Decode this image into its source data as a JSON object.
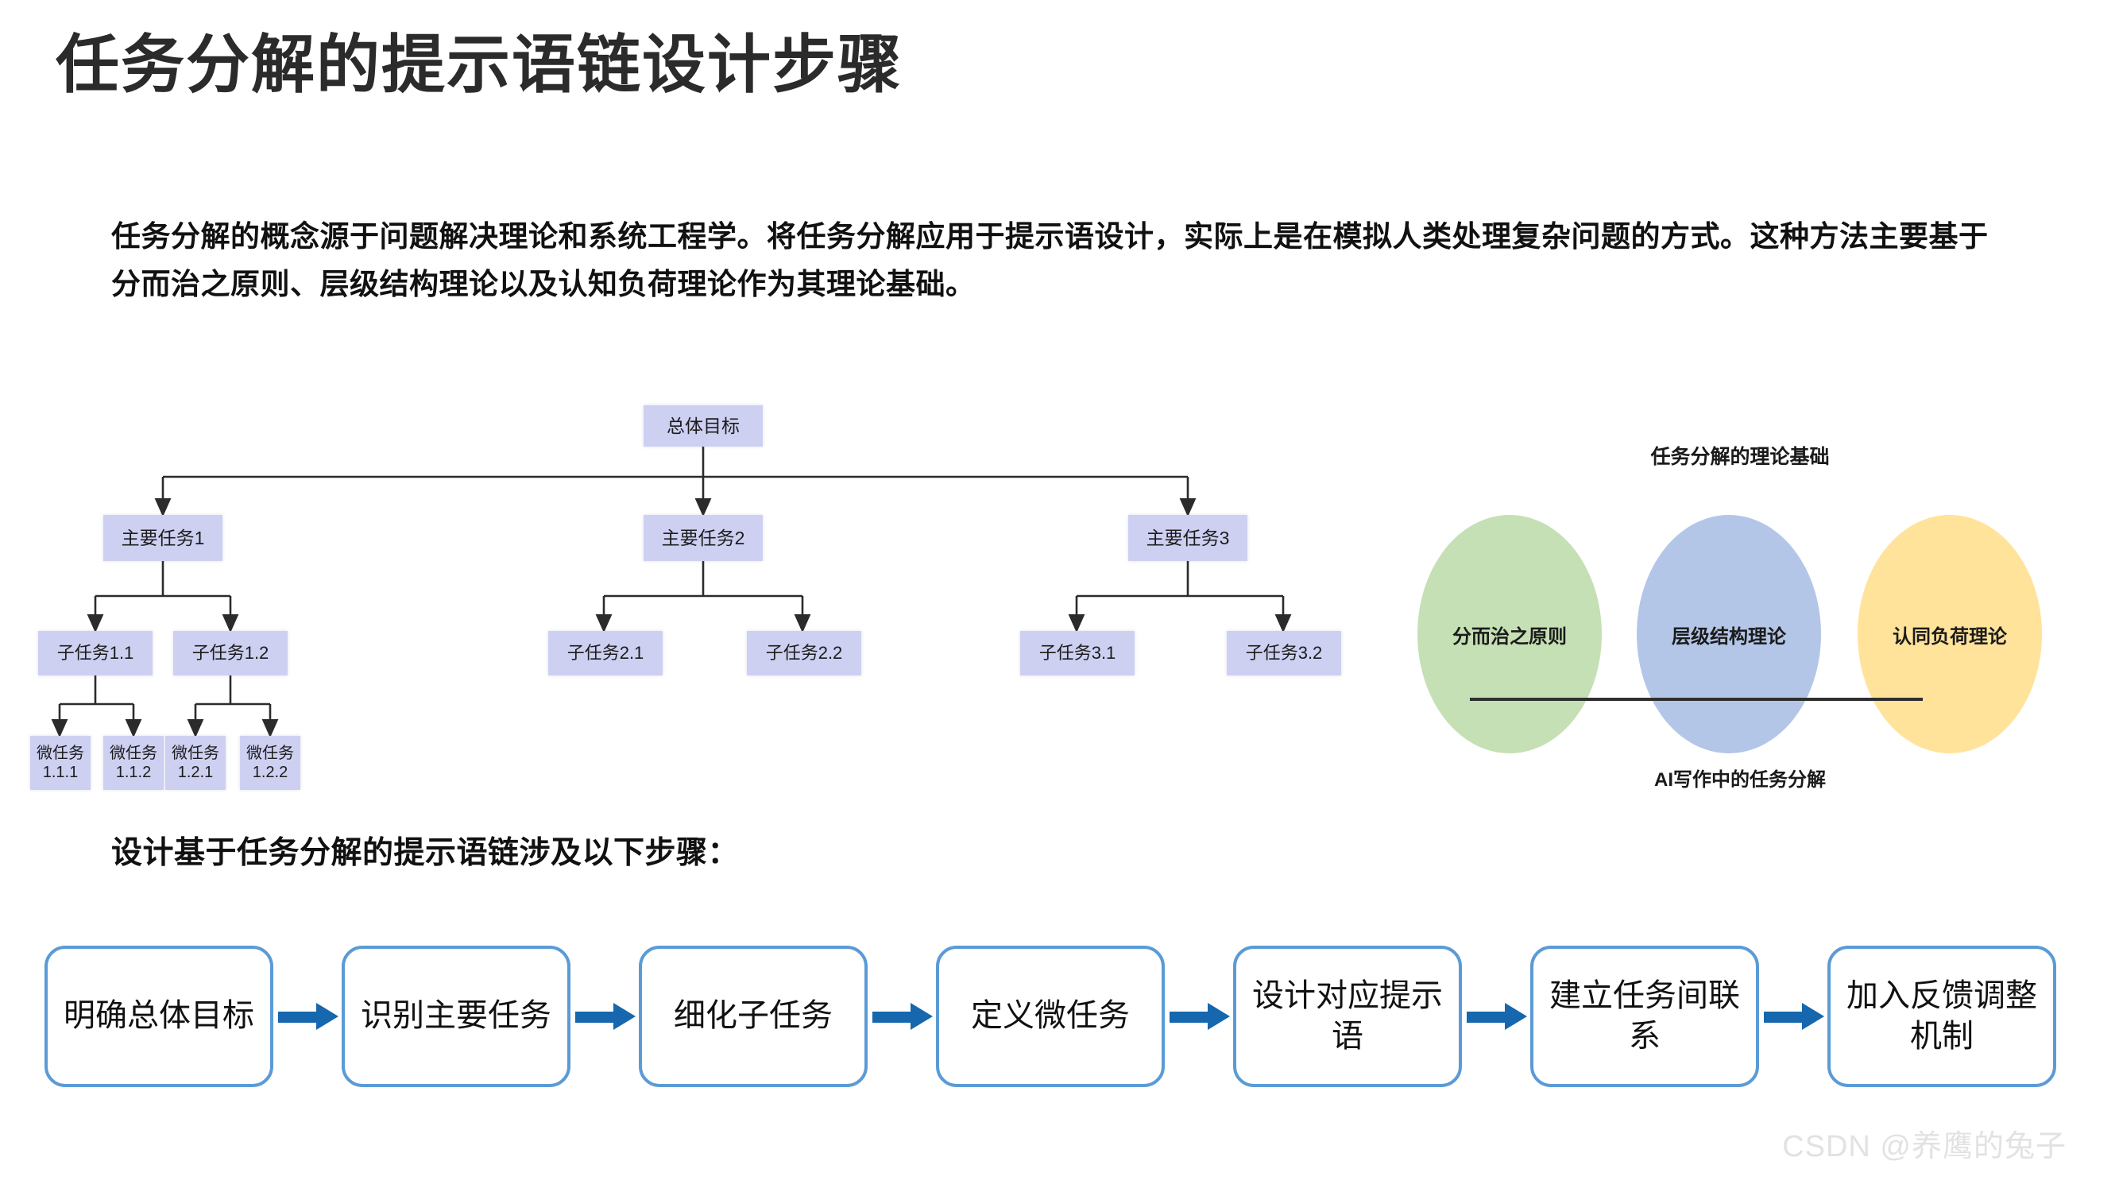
{
  "page": {
    "title": "任务分解的提示语链设计步骤",
    "intro": "任务分解的概念源于问题解决理论和系统工程学。将任务分解应用于提示语设计，实际上是在模拟人类处理复杂问题的方式。这种方法主要基于分而治之原则、层级结构理论以及认知负荷理论作为其理论基础。",
    "steps_lead": "设计基于任务分解的提示语链涉及以下步骤：",
    "watermark": "CSDN @养鹰的兔子"
  },
  "tree": {
    "root": "总体目标",
    "main_tasks": [
      "主要任务1",
      "主要任务2",
      "主要任务3"
    ],
    "sub_tasks": [
      "子任务1.1",
      "子任务1.2",
      "子任务2.1",
      "子任务2.2",
      "子任务3.1",
      "子任务3.2"
    ],
    "micro_tasks": [
      "微任务\n1.1.1",
      "微任务\n1.1.2",
      "微任务\n1.2.1",
      "微任务\n1.2.2"
    ],
    "node_fill": "#ced0f2",
    "connector_color": "#333333"
  },
  "chart_data": {
    "type": "pie",
    "title": "任务分解的理论基础",
    "caption": "AI写作中的任务分解",
    "categories": [
      "分而治之原则",
      "层级结构理论",
      "认同负荷理论"
    ],
    "values": [
      1,
      1,
      1
    ],
    "colors": [
      "#c5e0b4",
      "#b4c6e7",
      "#ffe39b"
    ],
    "xlabel": "",
    "ylabel": "",
    "legend": "none",
    "grid": false
  },
  "flow": {
    "steps": [
      "明确总体目标",
      "识别主要任务",
      "细化子任务",
      "定义微任务",
      "设计对应提示语",
      "建立任务间联系",
      "加入反馈调整机制"
    ],
    "arrow_color": "#1667ad",
    "box_border_color": "#5b9bd5"
  }
}
